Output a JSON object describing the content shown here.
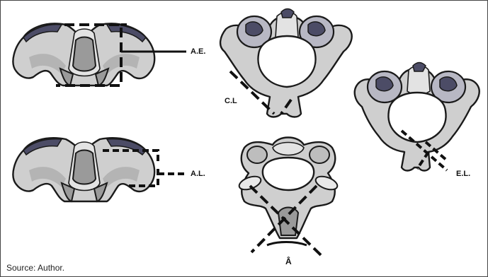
{
  "figure": {
    "labels": {
      "ae": "A.E.",
      "cl": "C.L",
      "al": "A.L.",
      "el": "E.L.",
      "angle": "Â"
    },
    "source": "Source: Author."
  },
  "colors": {
    "bone": "#cfcfcf",
    "bone_dark": "#9a9a9a",
    "facet": "#4c4c66",
    "line": "#111111"
  }
}
